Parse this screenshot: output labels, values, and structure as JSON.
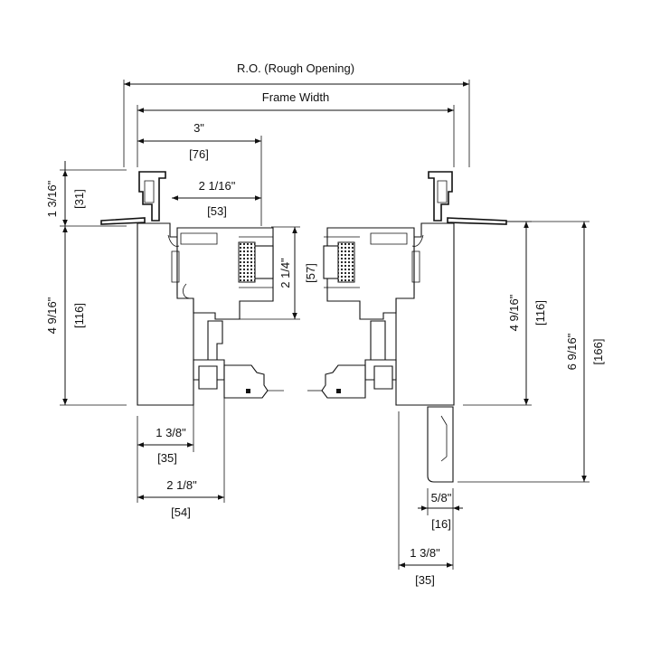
{
  "labels": {
    "rough_opening": "R.O. (Rough Opening)",
    "frame_width": "Frame Width",
    "top_3in": "3\"",
    "top_3in_mm": "[76]",
    "top_2_1_16": "2 1/16\"",
    "top_2_1_16_mm": "[53]",
    "left_1_3_16": "1 3/16\"",
    "left_1_3_16_mm": "[31]",
    "left_4_9_16": "4 9/16\"",
    "left_4_9_16_mm": "[116]",
    "center_2_1_4": "2 1/4\"",
    "center_2_1_4_mm": "[57]",
    "right_4_9_16": "4 9/16\"",
    "right_4_9_16_mm": "[116]",
    "right_6_9_16": "6 9/16\"",
    "right_6_9_16_mm": "[166]",
    "bottom_1_3_8": "1 3/8\"",
    "bottom_1_3_8_mm": "[35]",
    "bottom_2_1_8": "2 1/8\"",
    "bottom_2_1_8_mm": "[54]",
    "right_5_8": "5/8\"",
    "right_5_8_mm": "[16]",
    "right_1_3_8": "1 3/8\"",
    "right_1_3_8_mm": "[35]"
  }
}
